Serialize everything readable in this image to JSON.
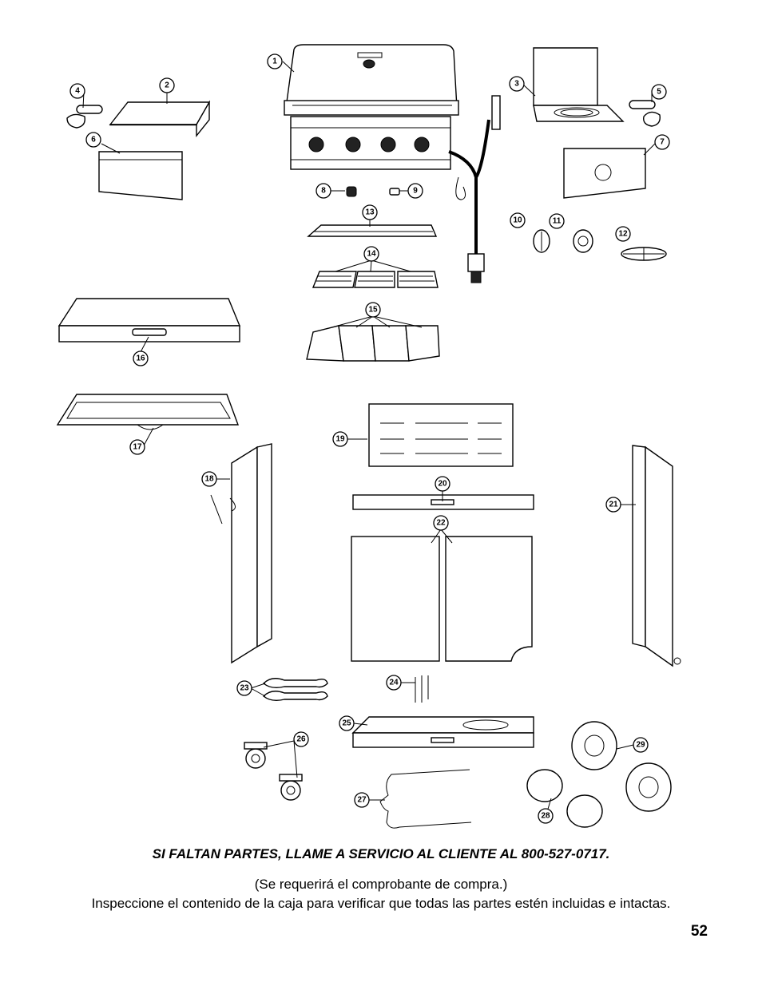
{
  "diagram": {
    "callouts": [
      "1",
      "2",
      "3",
      "4",
      "5",
      "6",
      "7",
      "8",
      "9",
      "10",
      "11",
      "12",
      "13",
      "14",
      "15",
      "16",
      "17",
      "18",
      "19",
      "20",
      "21",
      "22",
      "23",
      "24",
      "25",
      "26",
      "27",
      "28",
      "29"
    ]
  },
  "footer": {
    "warning": "SI FALTAN PARTES, LLAME A SERVICIO AL CLIENTE AL 800-527-0717.",
    "receipt_note": "(Se requerirá el comprobante de compra.)",
    "inspect_note": "Inspeccione el contenido de la caja para verificar que todas las partes estén incluidas e intactas.",
    "page_number": "52"
  }
}
